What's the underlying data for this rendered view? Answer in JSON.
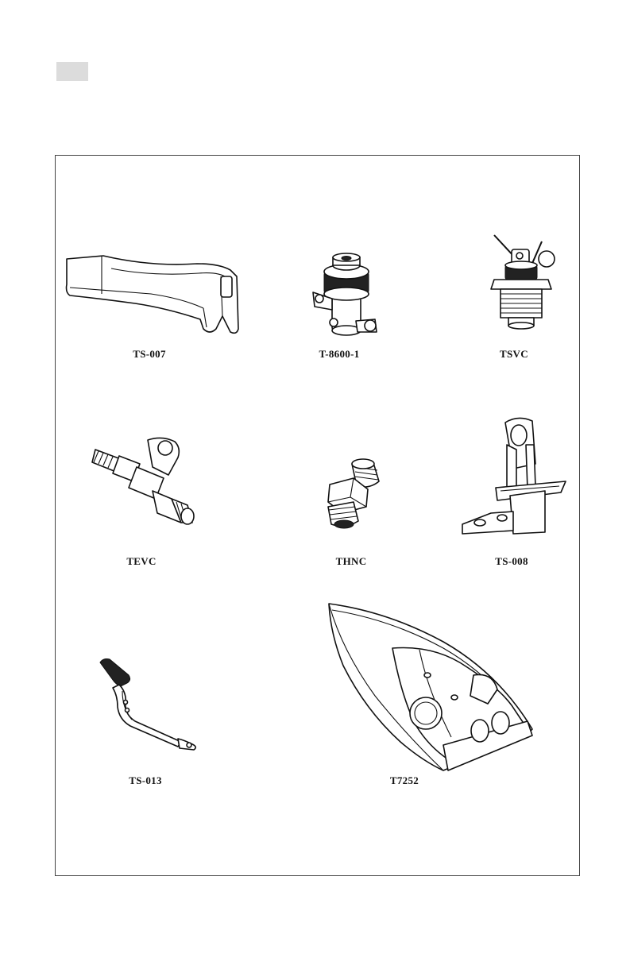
{
  "page": {
    "parts": [
      {
        "id": "ts-007",
        "label": "TS-007"
      },
      {
        "id": "t-8600-1",
        "label": "T-8600-1"
      },
      {
        "id": "tsvc",
        "label": "TSVC"
      },
      {
        "id": "tevc",
        "label": "TEVC"
      },
      {
        "id": "thnc",
        "label": "THNC"
      },
      {
        "id": "ts-008",
        "label": "TS-008"
      },
      {
        "id": "ts-013",
        "label": "TS-013"
      },
      {
        "id": "t7252",
        "label": "T7252"
      }
    ]
  }
}
